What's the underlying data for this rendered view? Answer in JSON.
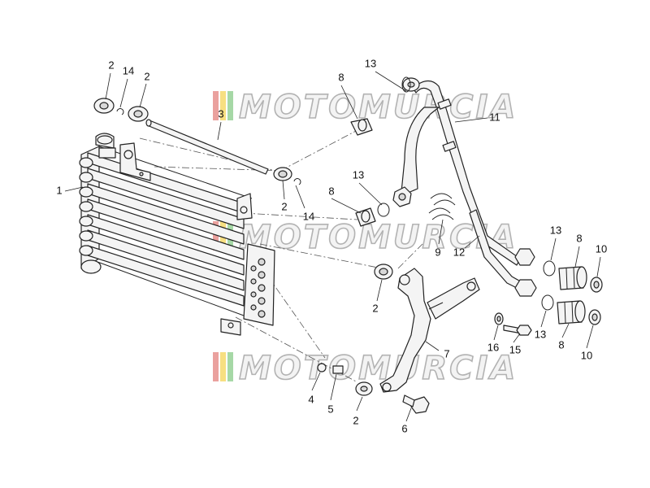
{
  "watermark": {
    "text": "MOTOMURCIA",
    "colors": [
      "#d9534f",
      "#f0c419",
      "#5cb85c"
    ]
  },
  "callouts": [
    {
      "id": "c2a",
      "label": "2"
    },
    {
      "id": "c14a",
      "label": "14"
    },
    {
      "id": "c2b",
      "label": "2"
    },
    {
      "id": "c3",
      "label": "3"
    },
    {
      "id": "c8a",
      "label": "8"
    },
    {
      "id": "c13a",
      "label": "13"
    },
    {
      "id": "c11",
      "label": "11"
    },
    {
      "id": "c1",
      "label": "1"
    },
    {
      "id": "c2c",
      "label": "2"
    },
    {
      "id": "c14b",
      "label": "14"
    },
    {
      "id": "c13b",
      "label": "13"
    },
    {
      "id": "c8b",
      "label": "8"
    },
    {
      "id": "c9",
      "label": "9"
    },
    {
      "id": "c12",
      "label": "12"
    },
    {
      "id": "c13c",
      "label": "13"
    },
    {
      "id": "c8c",
      "label": "8"
    },
    {
      "id": "c10a",
      "label": "10"
    },
    {
      "id": "c2d",
      "label": "2"
    },
    {
      "id": "c7",
      "label": "7"
    },
    {
      "id": "c16",
      "label": "16"
    },
    {
      "id": "c15",
      "label": "15"
    },
    {
      "id": "c13d",
      "label": "13"
    },
    {
      "id": "c8d",
      "label": "8"
    },
    {
      "id": "c10b",
      "label": "10"
    },
    {
      "id": "c4",
      "label": "4"
    },
    {
      "id": "c5",
      "label": "5"
    },
    {
      "id": "c2e",
      "label": "2"
    },
    {
      "id": "c6",
      "label": "6"
    }
  ]
}
